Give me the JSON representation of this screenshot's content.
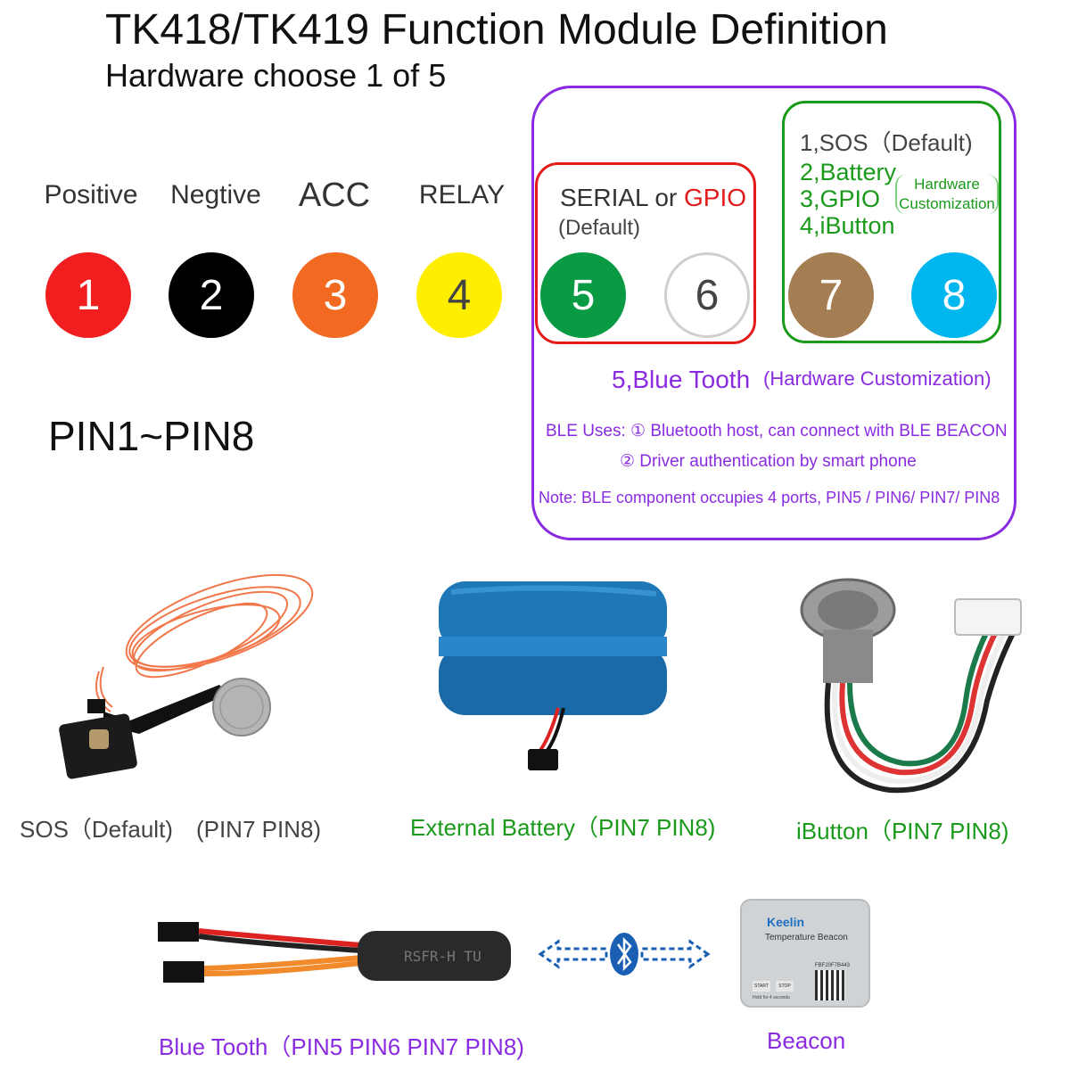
{
  "header": {
    "title": "TK418/TK419 Function Module Definition",
    "subtitle": "Hardware choose 1 of 5"
  },
  "pins": [
    {
      "number": "1",
      "label": "Positive",
      "color": "#f01e1e"
    },
    {
      "number": "2",
      "label": "Negtive",
      "color": "#000000"
    },
    {
      "number": "3",
      "label": "ACC",
      "color": "#f26a21"
    },
    {
      "number": "4",
      "label": "RELAY",
      "color": "#ffee00"
    },
    {
      "number": "5",
      "label": "",
      "color": "#0b9a44"
    },
    {
      "number": "6",
      "label": "",
      "color": "#ffffff"
    },
    {
      "number": "7",
      "label": "",
      "color": "#a47d52"
    },
    {
      "number": "8",
      "label": "",
      "color": "#00b6ef"
    }
  ],
  "pin_range": "PIN1~PIN8",
  "serial_box": {
    "label_serial": "SERIAL or ",
    "label_gpio": "GPIO",
    "default": "(Default)"
  },
  "custom_box": {
    "sos": "1,SOS（Default)",
    "battery": "2,Battery",
    "gpio": "3,GPIO",
    "ibutton": "4,iButton",
    "hw_line1": "Hardware",
    "hw_line2": "Customization"
  },
  "ble": {
    "bluetooth": "5,Blue Tooth",
    "hw_custom": "(Hardware Customization)",
    "uses_line1": "BLE Uses: ① Bluetooth host, can connect with BLE BEACON",
    "uses_line2": "② Driver authentication by smart phone",
    "note": "Note: BLE component occupies 4 ports, PIN5 / PIN6/ PIN7/ PIN8"
  },
  "products": {
    "sos": "SOS（Default)　(PIN7 PIN8)",
    "battery": "External Battery（PIN7 PIN8)",
    "ibutton": "iButton（PIN7 PIN8)",
    "bluetooth": "Blue Tooth（PIN5 PIN6 PIN7 PIN8)",
    "beacon": "Beacon"
  },
  "beacon_device": {
    "brand": "Keelin",
    "name": "Temperature Beacon",
    "serial": "FBF20F7B443",
    "btn_start": "START",
    "btn_stop": "STOP",
    "hint": "Hold for 4 seconds"
  },
  "bluetooth_module": {
    "print": "RSFR-H TU"
  },
  "colors": {
    "purple": "#8a2be2",
    "green": "#1a9a1a",
    "red": "#e31b1b",
    "bluetooth_blue": "#1a5fb4"
  }
}
